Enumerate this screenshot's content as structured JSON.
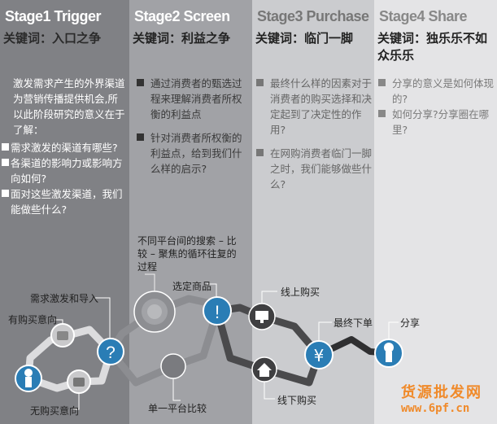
{
  "stages": [
    {
      "title": "Stage1 Trigger",
      "keyword": "关键词：入口之争",
      "intro": "激发需求产生的外界渠道为营销传播提供机会,所以此阶段研究的意义在于了解：",
      "items": [
        "需求激发的渠道有哪些?",
        "各渠道的影响力或影响方向如何?",
        "面对这些激发渠道，我们能做些什么?"
      ]
    },
    {
      "title": "Stage2 Screen",
      "keyword": "关键词：利益之争",
      "items": [
        "通过消费者的甄选过程来理解消费者所权衡的利益点",
        "针对消费者所权衡的利益点，给到我们什么样的启示?"
      ]
    },
    {
      "title": "Stage3 Purchase",
      "keyword": "关键词：临门一脚",
      "items": [
        "最终什么样的因素对于消费者的购买选择和决定起到了决定性的作用?",
        "在网购消费者临门一脚之时，我们能够做些什么?"
      ]
    },
    {
      "title": "Stage4 Share",
      "keyword": "关键词：独乐乐不如众乐乐",
      "items": [
        "分享的意义是如何体现的?",
        "如何分享?分享圈在哪里?"
      ]
    }
  ],
  "labels": {
    "demand": "需求激发和导入",
    "intent": "有购买意向",
    "no_intent": "无购买意向",
    "search_loop": "不同平台间的搜索 – 比较 – 聚焦的循环往复的过程",
    "single": "单一平台比较",
    "select": "选定商品",
    "online": "线上购买",
    "offline": "线下购买",
    "order": "最终下单",
    "share": "分享"
  },
  "watermark": {
    "name": "货源批发网",
    "url": "www.6pf.cn"
  },
  "colors": {
    "blue": "#2a7db5",
    "accent": "#f08a2a"
  }
}
